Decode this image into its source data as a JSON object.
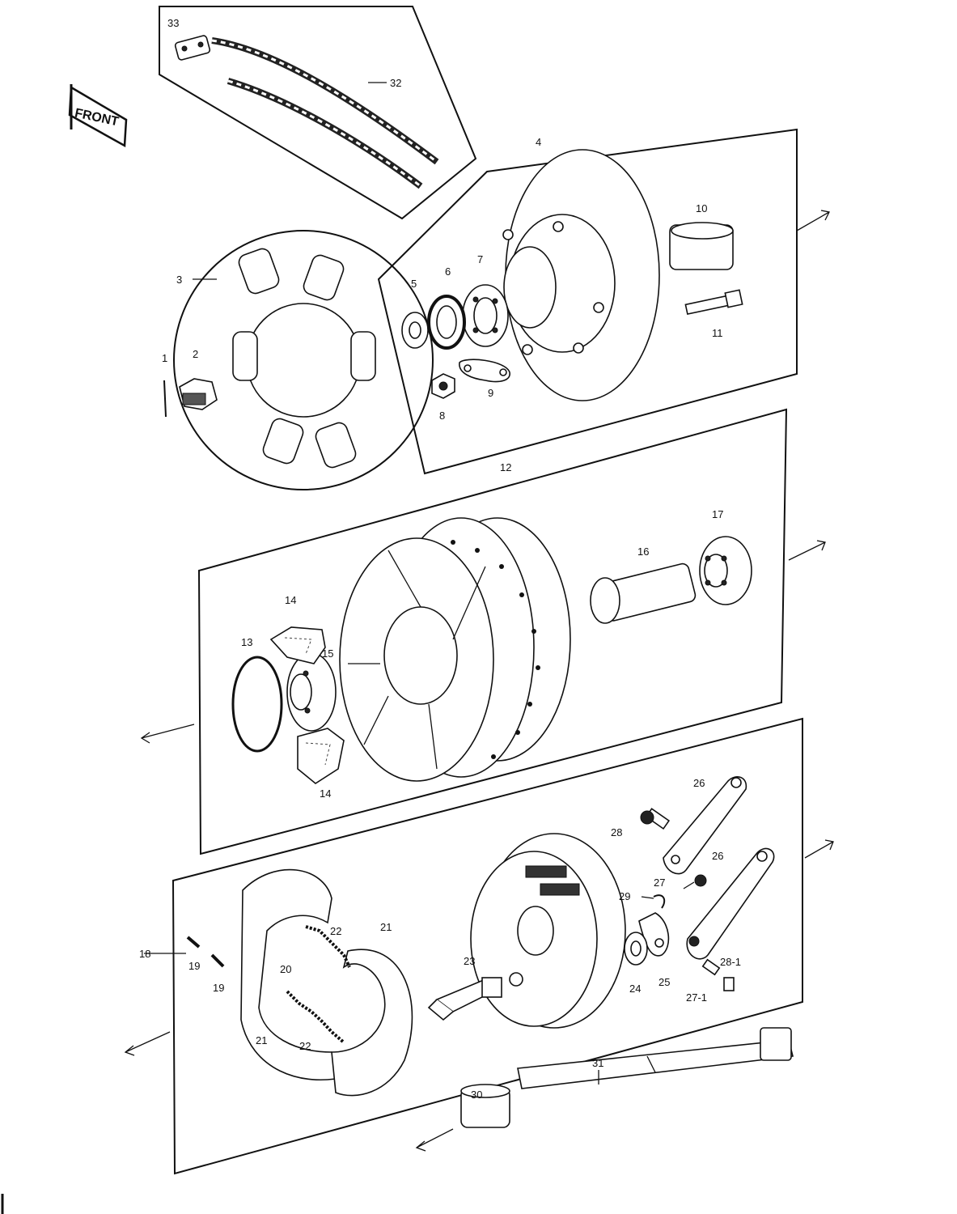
{
  "badge": {
    "text": "FRONT"
  },
  "callouts": [
    {
      "id": "c33",
      "text": "33"
    },
    {
      "id": "c32",
      "text": "32"
    },
    {
      "id": "c4",
      "text": "4"
    },
    {
      "id": "c10",
      "text": "10"
    },
    {
      "id": "c3",
      "text": "3"
    },
    {
      "id": "c5",
      "text": "5"
    },
    {
      "id": "c6a",
      "text": "6"
    },
    {
      "id": "c7a",
      "text": "7"
    },
    {
      "id": "c11a",
      "text": "11"
    },
    {
      "id": "c1",
      "text": "1"
    },
    {
      "id": "c2",
      "text": "2"
    },
    {
      "id": "c9",
      "text": "9"
    },
    {
      "id": "c8",
      "text": "8"
    },
    {
      "id": "c12",
      "text": "12"
    },
    {
      "id": "c17",
      "text": "17"
    },
    {
      "id": "c16",
      "text": "16"
    },
    {
      "id": "c14a",
      "text": "14"
    },
    {
      "id": "c13",
      "text": "13"
    },
    {
      "id": "c15",
      "text": "15"
    },
    {
      "id": "c14b",
      "text": "14"
    },
    {
      "id": "c26a",
      "text": "26"
    },
    {
      "id": "c28",
      "text": "28"
    },
    {
      "id": "c26b",
      "text": "26"
    },
    {
      "id": "c27",
      "text": "27"
    },
    {
      "id": "c29",
      "text": "29"
    },
    {
      "id": "c22a",
      "text": "22"
    },
    {
      "id": "c21a",
      "text": "21"
    },
    {
      "id": "c18",
      "text": "18"
    },
    {
      "id": "c19a",
      "text": "19"
    },
    {
      "id": "c20",
      "text": "20"
    },
    {
      "id": "c19b",
      "text": "19"
    },
    {
      "id": "c23",
      "text": "23"
    },
    {
      "id": "c24",
      "text": "24"
    },
    {
      "id": "c25",
      "text": "25"
    },
    {
      "id": "c28-1",
      "text": "28-1"
    },
    {
      "id": "c27-1",
      "text": "27-1"
    },
    {
      "id": "c21b",
      "text": "21"
    },
    {
      "id": "c22b",
      "text": "22"
    },
    {
      "id": "c31",
      "text": "31"
    },
    {
      "id": "c30",
      "text": "30"
    }
  ]
}
